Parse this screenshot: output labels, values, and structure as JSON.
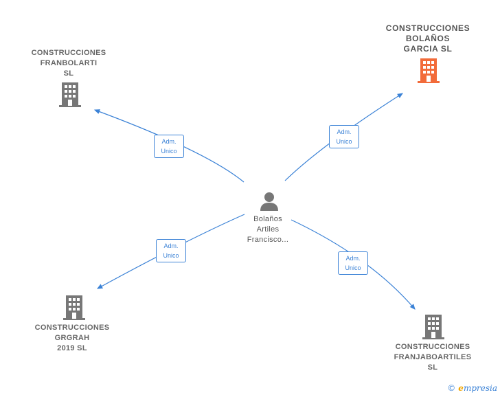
{
  "nodes": {
    "center": {
      "lines": [
        "Bolaños",
        "Artiles",
        "Francisco..."
      ]
    },
    "top_right": {
      "lines": [
        "CONSTRUCCIONES",
        "BOLAÑOS",
        "GARCIA  SL"
      ],
      "color": "#f26b3a"
    },
    "top_left": {
      "lines": [
        "CONSTRUCCIONES",
        "FRANBOLARTI",
        "SL"
      ]
    },
    "bottom_left": {
      "lines": [
        "CONSTRUCCIONES",
        "GRGRAH",
        "2019  SL"
      ]
    },
    "bottom_right": {
      "lines": [
        "CONSTRUCCIONES",
        "FRANJABOARTILES",
        "SL"
      ]
    }
  },
  "edges": [
    {
      "lines": [
        "Adm.",
        "Unico"
      ]
    },
    {
      "lines": [
        "Adm.",
        "Unico"
      ]
    },
    {
      "lines": [
        "Adm.",
        "Unico"
      ]
    },
    {
      "lines": [
        "Adm.",
        "Unico"
      ]
    }
  ],
  "colors": {
    "edge": "#3b82d6",
    "building": "#777777",
    "building_main": "#f26b3a",
    "person": "#777777"
  },
  "footer": {
    "copyright": "©",
    "brand_initial": "e",
    "brand_rest": "mpresia"
  }
}
